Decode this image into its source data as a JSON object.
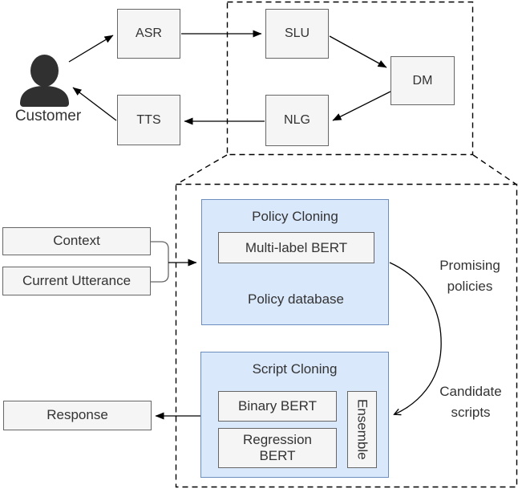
{
  "diagram": {
    "customer": "Customer",
    "nodes": {
      "asr": "ASR",
      "slu": "SLU",
      "dm": "DM",
      "nlg": "NLG",
      "tts": "TTS"
    },
    "io_boxes": {
      "context": "Context",
      "current_utterance": "Current Utterance",
      "response": "Response"
    },
    "policy_cloning": {
      "title": "Policy Cloning",
      "multi_label_bert": "Multi-label BERT",
      "policy_database": "Policy database"
    },
    "script_cloning": {
      "title": "Script Cloning",
      "binary_bert": "Binary BERT",
      "regression_bert": "Regression BERT",
      "ensemble": "Ensemble"
    },
    "edge_labels": {
      "promising_policies": "Promising policies",
      "candidate_scripts": "Candidate scripts"
    },
    "colors": {
      "node_fill": "#f5f5f5",
      "node_stroke": "#666666",
      "group_fill": "#dae8fc",
      "group_stroke": "#6c8ebf",
      "line": "#000000",
      "text": "#333333",
      "person_icon": "#303030"
    }
  }
}
